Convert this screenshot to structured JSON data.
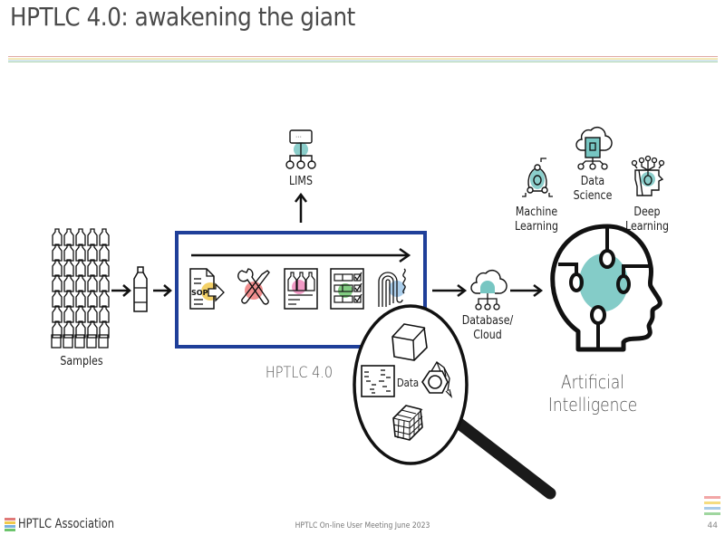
{
  "slide": {
    "title": "HPTLC 4.0: awakening the giant",
    "page_number": "44"
  },
  "footer": {
    "organization": "HPTLC Association",
    "event": "HPTLC On-line User Meeting June 2023"
  },
  "colors": {
    "rule_red": "#e0a9a4",
    "rule_yellow": "#f4e6b0",
    "rule_blue": "#cde2ec",
    "rule_green": "#b7dbb6",
    "frame_blue": "#1f3f99",
    "teal": "#77c6c2",
    "sop_yellow": "#f2c94c",
    "tool_red": "#ee7b7b",
    "bottle_pink": "#ee88bb",
    "check_green": "#6cc46c",
    "finger_blue": "#9cc6e8"
  },
  "diagram": {
    "samples_label": "Samples",
    "lims_label": "LIMS",
    "hptlc_label": "HPTLC 4.0",
    "database_label": "Database/",
    "cloud_label": "Cloud",
    "data_label": "Data",
    "machine_learning": [
      "Machine",
      "Learning"
    ],
    "data_science": [
      "Data",
      "Science"
    ],
    "deep_learning": [
      "Deep",
      "Learning"
    ],
    "ai_label": [
      "Artificial",
      "Intelligence"
    ],
    "workflow_icons": [
      {
        "name": "sop-document-icon",
        "text": "SOP"
      },
      {
        "name": "tools-icon"
      },
      {
        "name": "sample-bottles-sheet-icon"
      },
      {
        "name": "checklist-icon"
      },
      {
        "name": "fingerprint-icon"
      }
    ]
  }
}
